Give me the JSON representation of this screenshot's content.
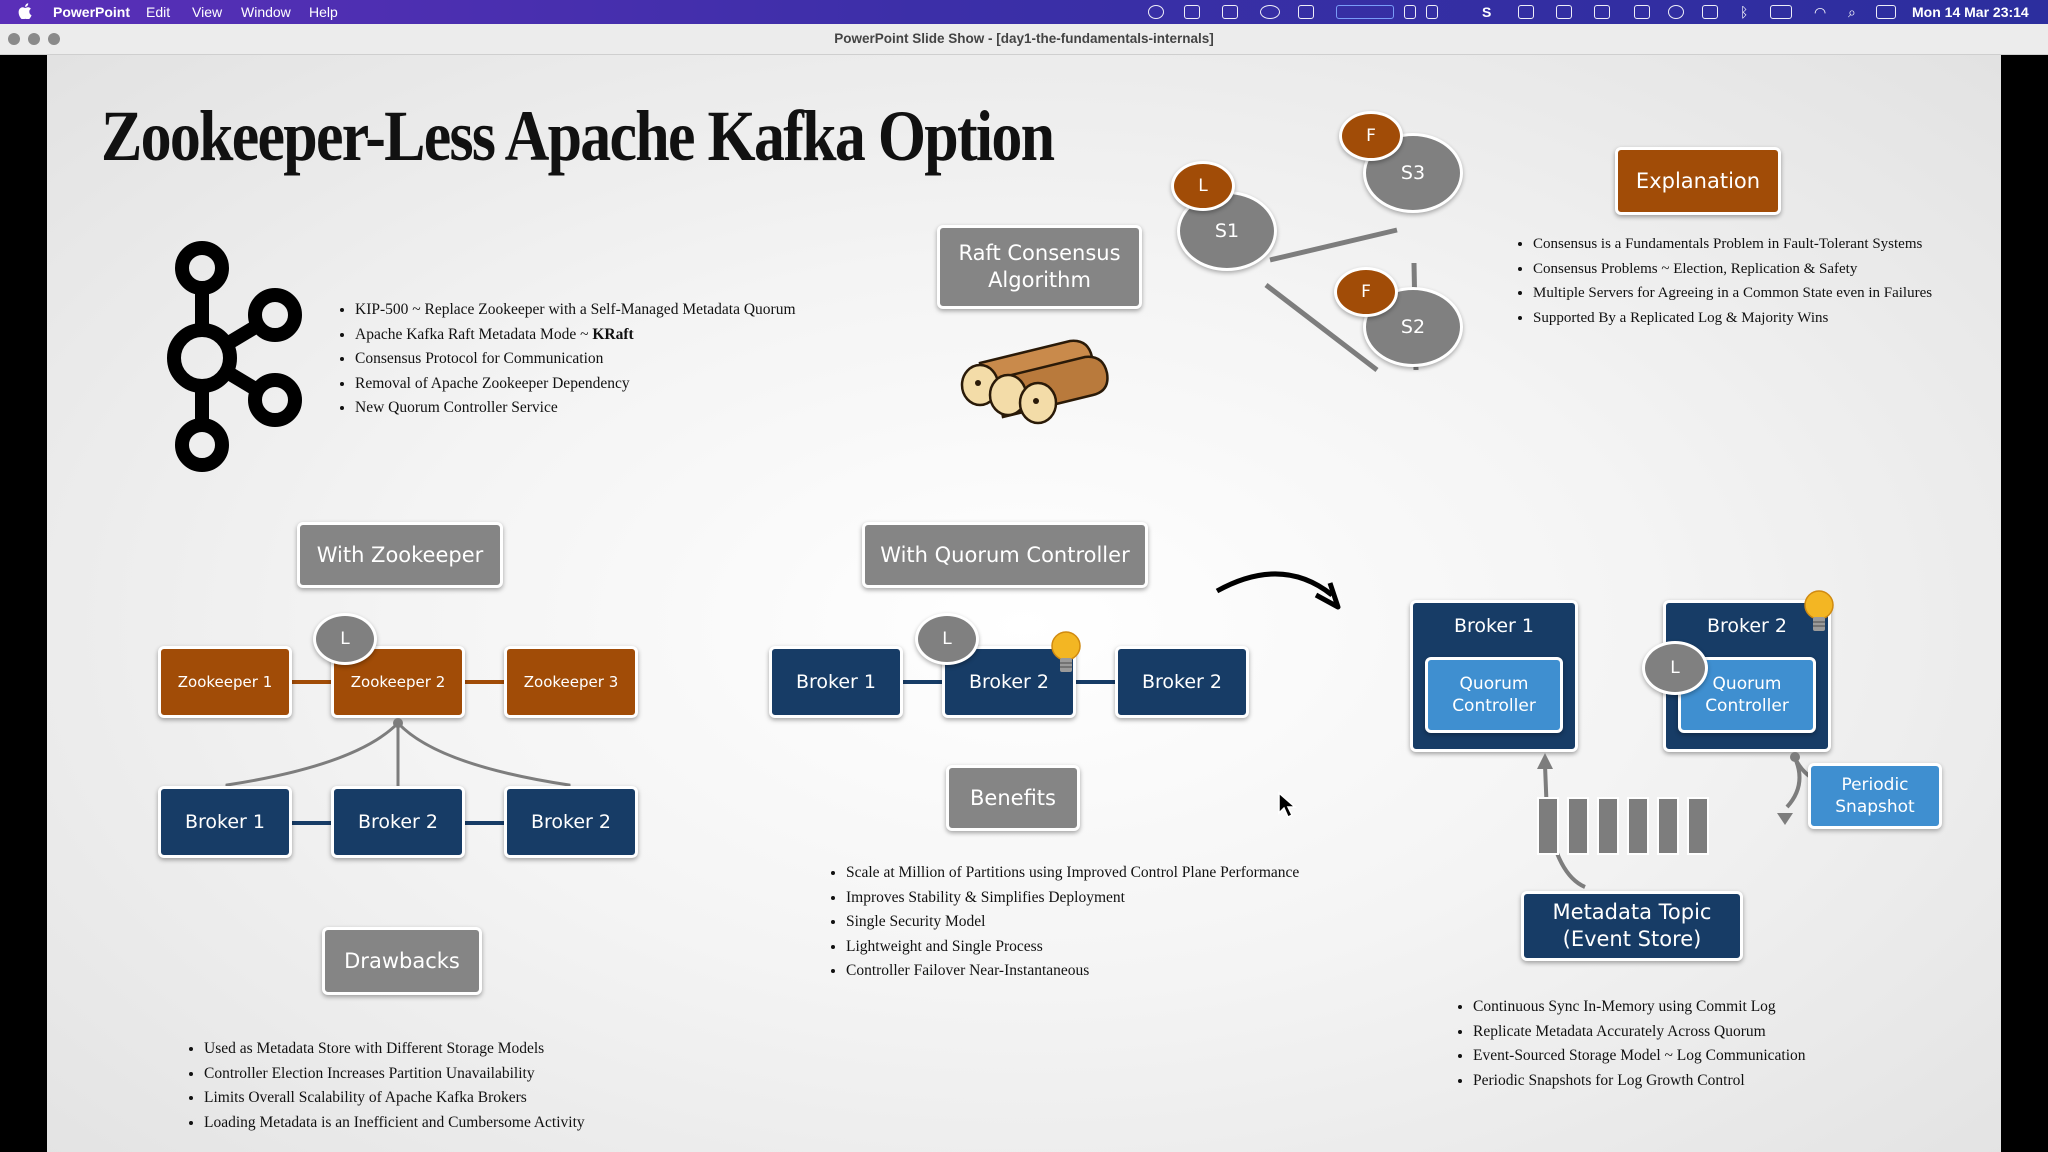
{
  "menubar": {
    "app_name": "PowerPoint",
    "menus": [
      "Edit",
      "View",
      "Window",
      "Help"
    ],
    "clock": "Mon 14 Mar  23:14"
  },
  "window": {
    "title": "PowerPoint Slide Show - [day1-the-fundamentals-internals]"
  },
  "slide": {
    "title": "Zookeeper-Less Apache Kafka Option",
    "kip_bullets": [
      "KIP-500 ~ Replace Zookeeper with a Self-Managed Metadata Quorum",
      "Apache Kafka Raft Metadata Mode ~ ",
      "Consensus Protocol for Communication",
      "Removal of Apache Zookeeper Dependency",
      "New Quorum Controller Service"
    ],
    "kraft_bold": "KRaft",
    "raft_label_line1": "Raft Consensus",
    "raft_label_line2": "Algorithm",
    "raft_nodes": {
      "s1": "S1",
      "s2": "S2",
      "s3": "S3",
      "leader": "L",
      "follower": "F"
    },
    "explanation_label": "Explanation",
    "explanation_bullets": [
      "Consensus is a Fundamentals Problem in Fault-Tolerant Systems",
      "Consensus Problems ~ Election, Replication & Safety",
      "Multiple Servers for Agreeing in a Common State even in Failures",
      "Supported By a Replicated Log & Majority Wins"
    ],
    "with_zookeeper_label": "With Zookeeper",
    "zookeepers": [
      "Zookeeper 1",
      "Zookeeper 2",
      "Zookeeper 3"
    ],
    "zk_brokers": [
      "Broker 1",
      "Broker 2",
      "Broker 2"
    ],
    "leader_badge": "L",
    "drawbacks_label": "Drawbacks",
    "drawbacks_bullets": [
      "Used as Metadata Store with Different Storage Models",
      "Controller Election Increases Partition Unavailability",
      "Limits Overall Scalability of Apache Kafka Brokers",
      "Loading Metadata is an Inefficient and Cumbersome Activity"
    ],
    "with_quorum_label": "With Quorum Controller",
    "qc_brokers": [
      "Broker 1",
      "Broker 2",
      "Broker 2"
    ],
    "benefits_label": "Benefits",
    "benefits_bullets": [
      "Scale at Million of Partitions using Improved Control Plane Performance",
      "Improves Stability & Simplifies Deployment",
      "Single Security Model",
      "Lightweight and Single Process",
      "Controller Failover Near-Instantaneous"
    ],
    "right_broker1": "Broker 1",
    "right_broker2": "Broker 2",
    "quorum_controller_line1": "Quorum",
    "quorum_controller_line2": "Controller",
    "periodic_snapshot_line1": "Periodic",
    "periodic_snapshot_line2": "Snapshot",
    "metadata_topic_line1": "Metadata Topic",
    "metadata_topic_line2": "(Event Store)",
    "metadata_bullets": [
      "Continuous Sync In-Memory using Commit Log",
      "Replicate Metadata Accurately Across Quorum",
      "Event-Sourced Storage Model ~ Log Communication",
      "Periodic Snapshots for Log Growth Control"
    ]
  },
  "colors": {
    "orange": "#a14c07",
    "navy": "#173c66",
    "grey_box": "#858585",
    "light_blue": "#3f8fd0",
    "menubar_start": "#5a2fb8"
  },
  "icons": [
    "apple-icon",
    "kafka-logo-icon",
    "logs-icon",
    "lightbulb-icon",
    "cursor-icon",
    "curved-arrow-icon"
  ]
}
